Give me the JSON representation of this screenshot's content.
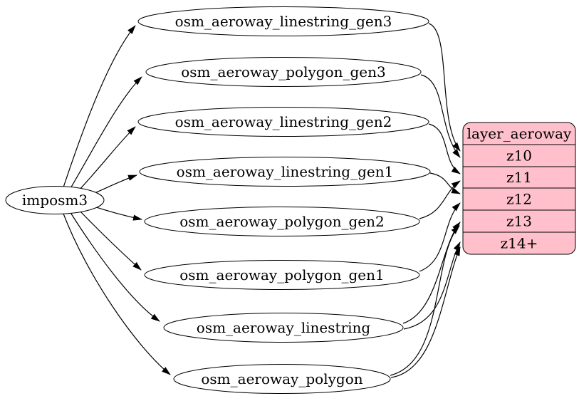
{
  "diagram": {
    "nodes": {
      "source": {
        "label": "imposm3"
      },
      "tables": [
        {
          "label": "osm_aeroway_linestring_gen3"
        },
        {
          "label": "osm_aeroway_polygon_gen3"
        },
        {
          "label": "osm_aeroway_linestring_gen2"
        },
        {
          "label": "osm_aeroway_linestring_gen1"
        },
        {
          "label": "osm_aeroway_polygon_gen2"
        },
        {
          "label": "osm_aeroway_polygon_gen1"
        },
        {
          "label": "osm_aeroway_linestring"
        },
        {
          "label": "osm_aeroway_polygon"
        }
      ],
      "layer": {
        "title": "layer_aeroway",
        "rows": [
          {
            "label": "z10"
          },
          {
            "label": "z11"
          },
          {
            "label": "z12"
          },
          {
            "label": "z13"
          },
          {
            "label": "z14+"
          }
        ],
        "fill": "#ffc0cb",
        "title_color": "#ffffff"
      }
    },
    "edges": [
      {
        "from": "imposm3",
        "to": "osm_aeroway_linestring_gen3"
      },
      {
        "from": "imposm3",
        "to": "osm_aeroway_polygon_gen3"
      },
      {
        "from": "imposm3",
        "to": "osm_aeroway_linestring_gen2"
      },
      {
        "from": "imposm3",
        "to": "osm_aeroway_linestring_gen1"
      },
      {
        "from": "imposm3",
        "to": "osm_aeroway_polygon_gen2"
      },
      {
        "from": "imposm3",
        "to": "osm_aeroway_polygon_gen1"
      },
      {
        "from": "imposm3",
        "to": "osm_aeroway_linestring"
      },
      {
        "from": "imposm3",
        "to": "osm_aeroway_polygon"
      },
      {
        "from": "osm_aeroway_linestring_gen3",
        "to": "layer_aeroway.z10"
      },
      {
        "from": "osm_aeroway_polygon_gen3",
        "to": "layer_aeroway.z10"
      },
      {
        "from": "osm_aeroway_linestring_gen2",
        "to": "layer_aeroway.z11"
      },
      {
        "from": "osm_aeroway_polygon_gen2",
        "to": "layer_aeroway.z11"
      },
      {
        "from": "osm_aeroway_linestring_gen1",
        "to": "layer_aeroway.z12"
      },
      {
        "from": "osm_aeroway_polygon_gen1",
        "to": "layer_aeroway.z12"
      },
      {
        "from": "osm_aeroway_linestring",
        "to": "layer_aeroway.z13"
      },
      {
        "from": "osm_aeroway_polygon",
        "to": "layer_aeroway.z13"
      },
      {
        "from": "osm_aeroway_linestring",
        "to": "layer_aeroway.z14+"
      },
      {
        "from": "osm_aeroway_polygon",
        "to": "layer_aeroway.z14+"
      }
    ],
    "colors": {
      "edge": "#000000",
      "node_stroke": "#000000",
      "background": "#ffffff"
    }
  }
}
